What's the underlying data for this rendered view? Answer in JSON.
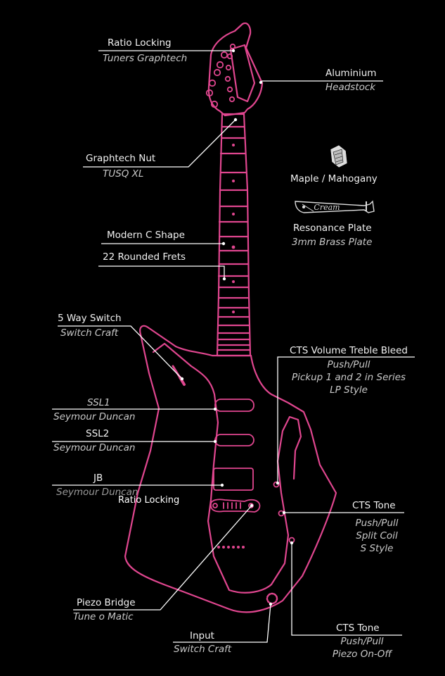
{
  "colors": {
    "background": "#000000",
    "guitar_outline": "#e0468f",
    "leader_line": "#ffffff",
    "title_text": "#f2f2f2",
    "subtitle_text": "#c9c9c9"
  },
  "labels": {
    "ratio_locking": {
      "title": "Ratio Locking",
      "subtitle": "Tuners Graphtech"
    },
    "aluminium": {
      "title": "Aluminium",
      "subtitle": "Headstock"
    },
    "graphtech_nut": {
      "title": "Graphtech Nut",
      "subtitle": "TUSQ XL"
    },
    "maple": {
      "title": "Maple / Mahogany",
      "icon": "neck-wood-icon"
    },
    "resonance": {
      "title": "Resonance Plate",
      "subtitle": "3mm Brass Plate",
      "icon": "cream-brass-plate-icon",
      "logo_text": "Cream"
    },
    "neck_shape": {
      "title": "Modern C Shape"
    },
    "frets": {
      "title": "22 Rounded Frets"
    },
    "switch": {
      "title": "5 Way Switch",
      "subtitle": "Switch Craft"
    },
    "volume": {
      "title": "CTS Volume Treble Bleed",
      "lines": [
        "Push/Pull",
        "Pickup 1 and 2 in Series",
        "LP Style"
      ]
    },
    "ssl1": {
      "title": "SSL1",
      "subtitle": "Seymour Duncan"
    },
    "ssl2": {
      "title": "SSL2",
      "subtitle": "Seymour Duncan"
    },
    "jb": {
      "title": "JB",
      "subtitle": "Seymour Duncan"
    },
    "stray_overlay": "Ratio Locking",
    "tone1": {
      "title": "CTS Tone",
      "lines": [
        "Push/Pull",
        "Split Coil",
        "S Style"
      ]
    },
    "piezo": {
      "title": "Piezo Bridge",
      "subtitle": "Tune o Matic"
    },
    "input": {
      "title": "Input",
      "subtitle": "Switch Craft"
    },
    "tone2": {
      "title": "CTS Tone",
      "lines": [
        "Push/Pull",
        "Piezo On-Off"
      ]
    }
  }
}
